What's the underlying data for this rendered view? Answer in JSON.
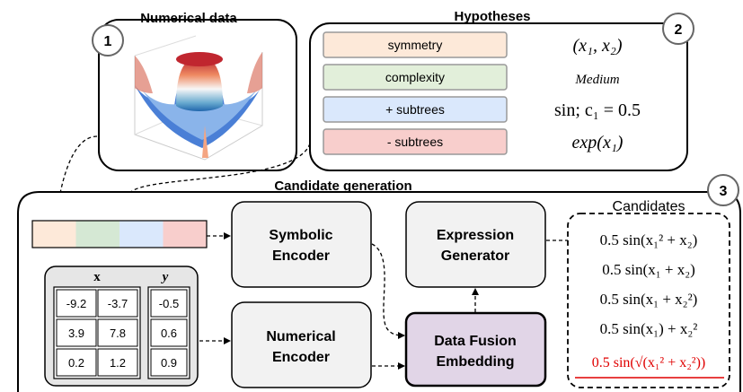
{
  "panel1": {
    "number": "1",
    "title": "Numerical data"
  },
  "panel2": {
    "number": "2",
    "title": "Hypotheses",
    "rows": [
      {
        "label": "symmetry",
        "fill": "#fde9d9",
        "stroke": "#999999",
        "value": "(x₁, x₂)"
      },
      {
        "label": "complexity",
        "fill": "#e2efda",
        "stroke": "#999999",
        "value": "Medium"
      },
      {
        "label": "+ subtrees",
        "fill": "#dae8fc",
        "stroke": "#999999",
        "value": "sin;   c₁ = 0.5"
      },
      {
        "label": "- subtrees",
        "fill": "#f8cecc",
        "stroke": "#999999",
        "value": "exp(x₁)"
      }
    ]
  },
  "panel3": {
    "number": "3",
    "title": "Candidate generation",
    "hypothesis_bar_colors": [
      "#fde9d9",
      "#d5e8d4",
      "#dae8fc",
      "#f8cecc"
    ],
    "symbolic_encoder": "Symbolic\nEncoder",
    "numerical_encoder": "Numerical\nEncoder",
    "expression_generator": "Expression\nGenerator",
    "fusion": "Data Fusion\nEmbedding",
    "fusion_color": "#e1d5e7",
    "table": {
      "x_header": "x",
      "y_header": "y",
      "x_rows": [
        [
          "-9.2",
          "-3.7"
        ],
        [
          "3.9",
          "7.8"
        ],
        [
          "0.2",
          "1.2"
        ]
      ],
      "y_rows": [
        "-0.5",
        "0.6",
        "0.9"
      ]
    },
    "candidates_title": "Candidates",
    "candidates": [
      "0.5 sin(x₁² + x₂)",
      "0.5 sin(x₁ + x₂)",
      "0.5 sin(x₁ + x₂²)",
      "0.5 sin(x₁) + x₂²",
      "0.5 sin(√(x₁² + x₂²))"
    ],
    "highlight_color": "#e00000"
  }
}
